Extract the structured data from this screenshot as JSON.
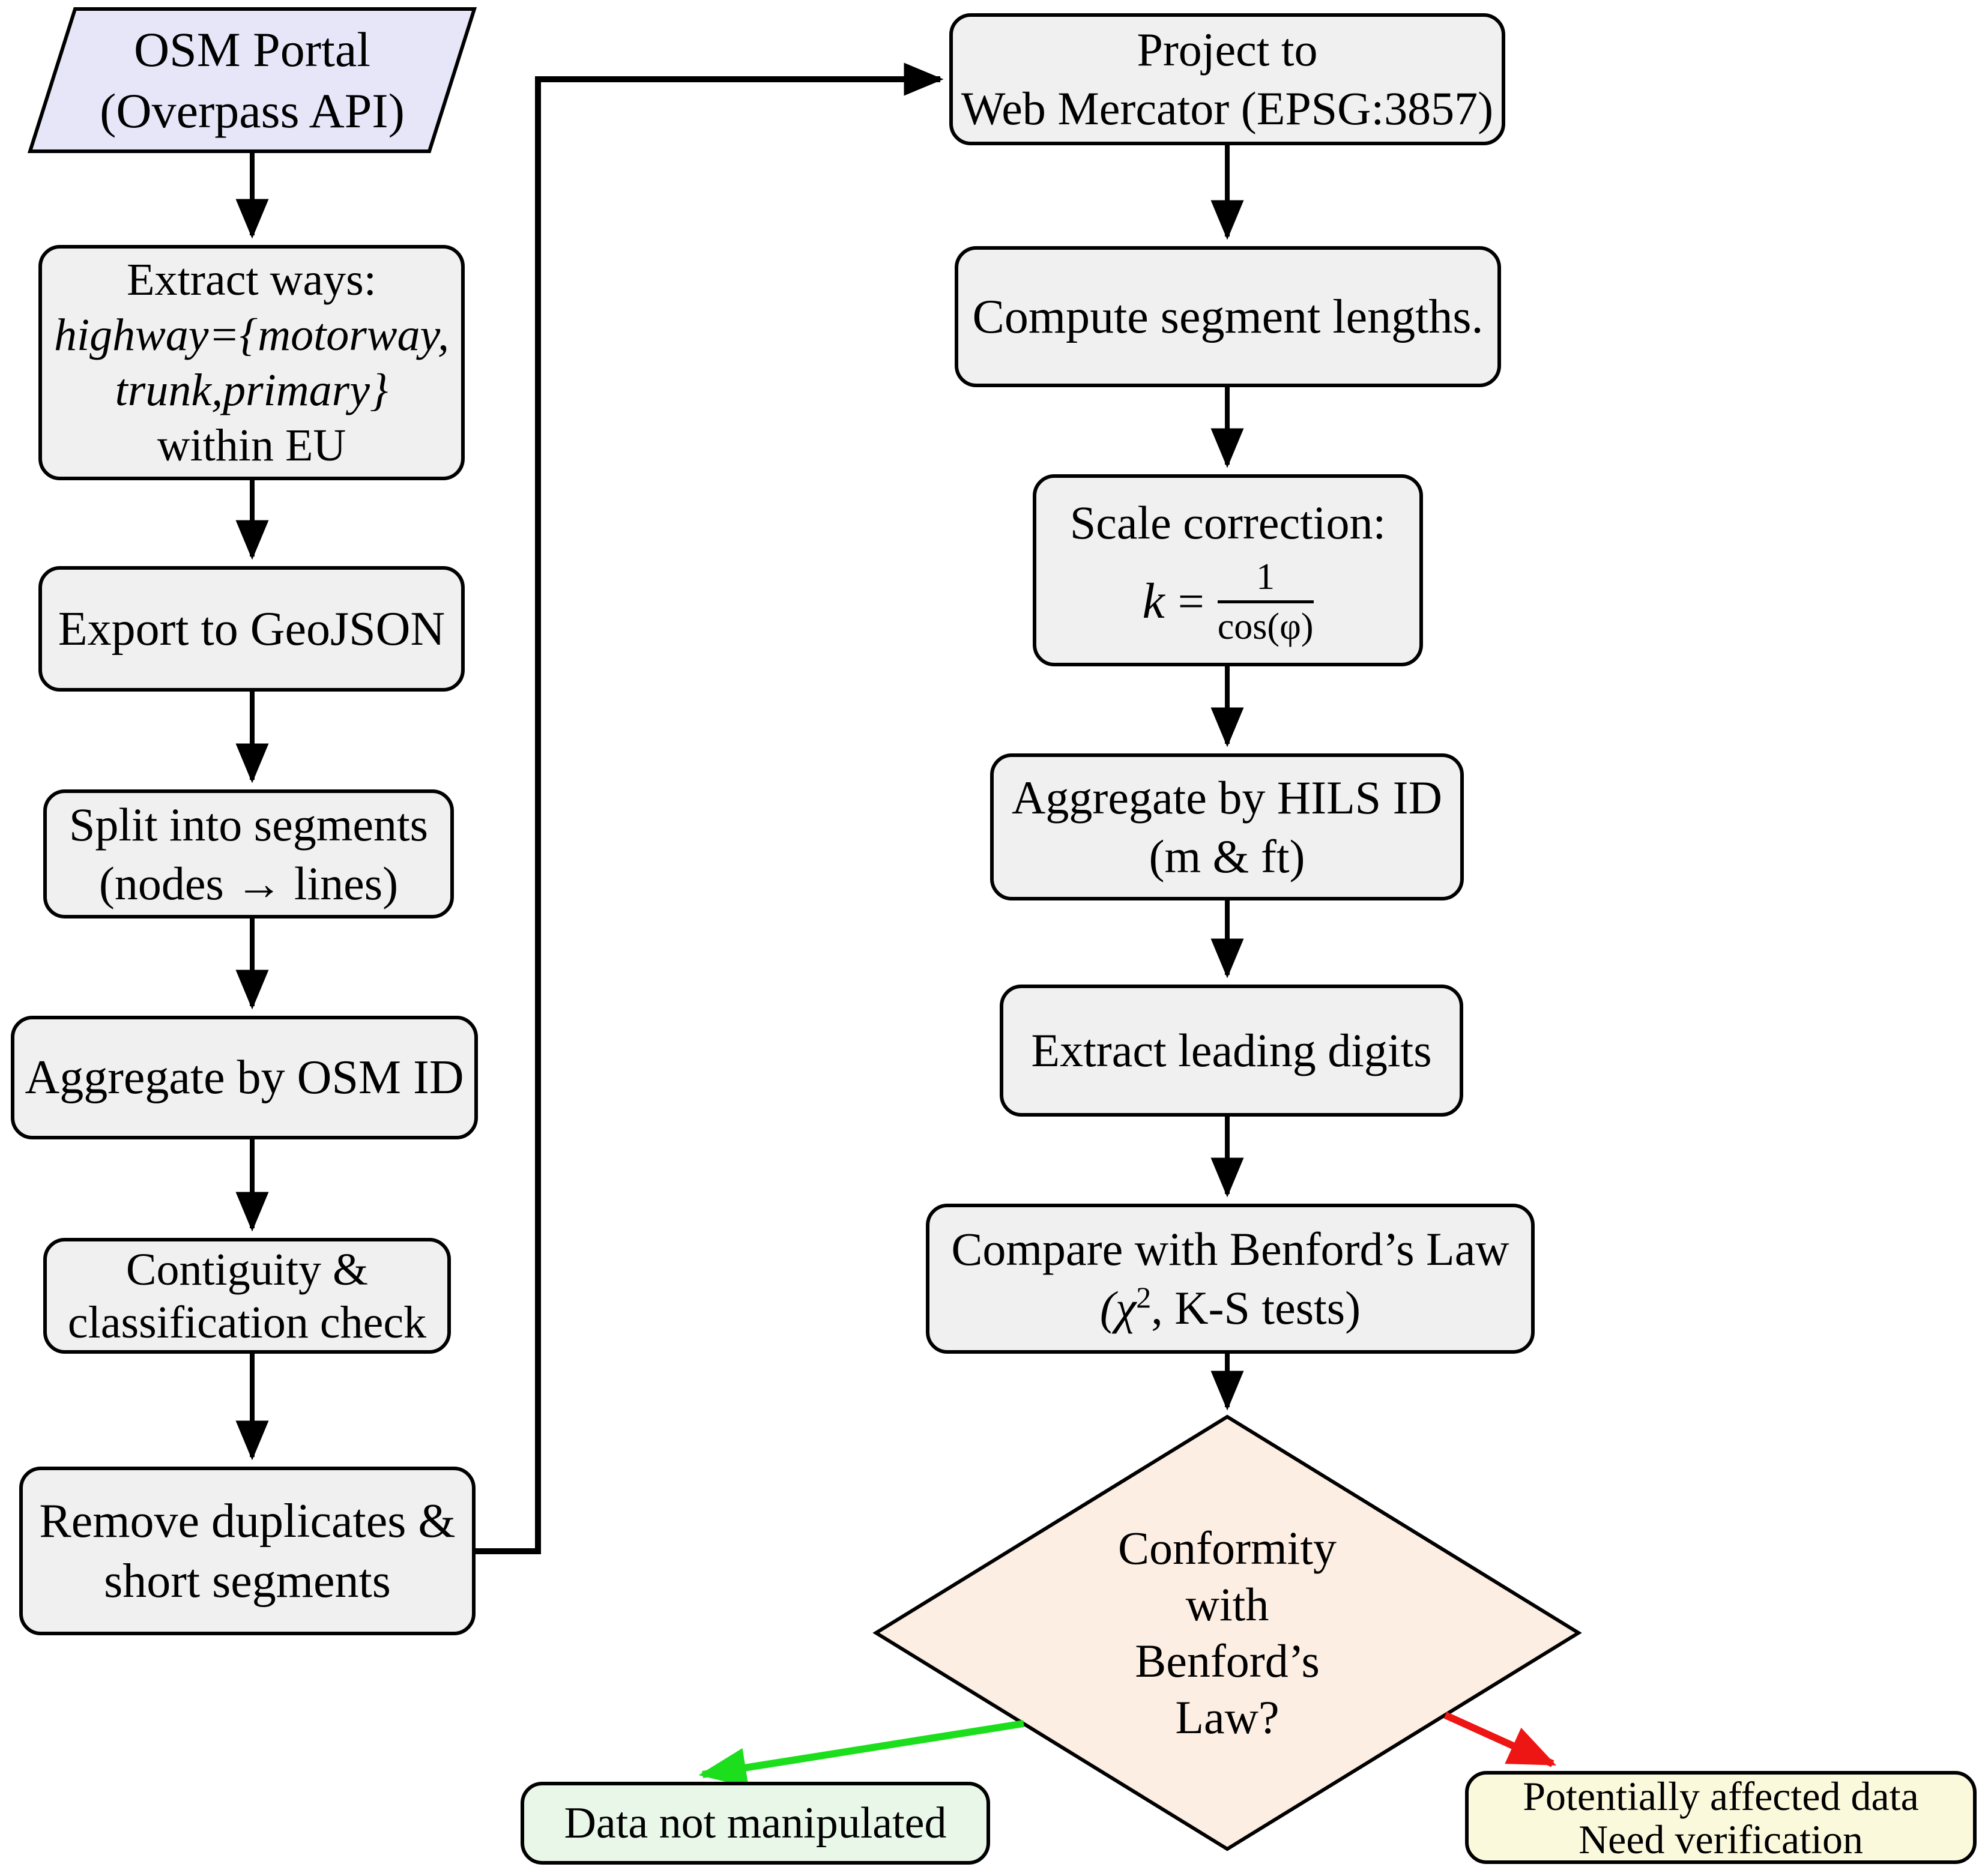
{
  "flow": {
    "source": {
      "lines": [
        "OSM Portal",
        "(Overpass API)"
      ]
    },
    "extract": {
      "lines": [
        "Extract ways:",
        "highway={motorway,",
        "trunk,primary}",
        "within EU"
      ]
    },
    "export": {
      "label": "Export to GeoJSON"
    },
    "split": {
      "lines": [
        "Split into segments",
        "(nodes → lines)"
      ]
    },
    "aggregate_osm": {
      "label": "Aggregate by OSM ID"
    },
    "contiguity": {
      "lines": [
        "Contiguity &",
        "classification check"
      ]
    },
    "dedupe": {
      "lines": [
        "Remove duplicates &",
        "short segments"
      ]
    },
    "project": {
      "lines": [
        "Project to",
        "Web Mercator (EPSG:3857)"
      ]
    },
    "compute": {
      "label": "Compute segment lengths."
    },
    "scale": {
      "intro": "Scale correction:",
      "var": "k",
      "equals": "=",
      "numerator": "1",
      "denominator": "cos(φ)"
    },
    "aggregate_hils": {
      "lines": [
        "Aggregate by HILS ID",
        "(m & ft)"
      ]
    },
    "leading": {
      "label": "Extract leading digits"
    },
    "benford": {
      "line1": "Compare with Benford’s Law",
      "line2_open": "(χ",
      "line2_sup": "2",
      "line2_rest": ", K-S tests)"
    },
    "decision": {
      "lines": [
        "Conformity",
        "with",
        "Benford’s",
        "Law?"
      ]
    },
    "pass": {
      "label": "Data not manipulated"
    },
    "fail": {
      "lines": [
        "Potentially affected data",
        "Need verification"
      ]
    }
  },
  "colors": {
    "process_fill": "#f0f0f0",
    "process_stroke": "#000000",
    "source_fill": "#e6e6f8",
    "decision_fill": "#fceee2",
    "pass_fill": "#e9f7e9",
    "fail_fill": "#fbf9dc",
    "arrow": "#000000",
    "pass_arrow": "#1dde1d",
    "fail_arrow": "#ee1515"
  }
}
